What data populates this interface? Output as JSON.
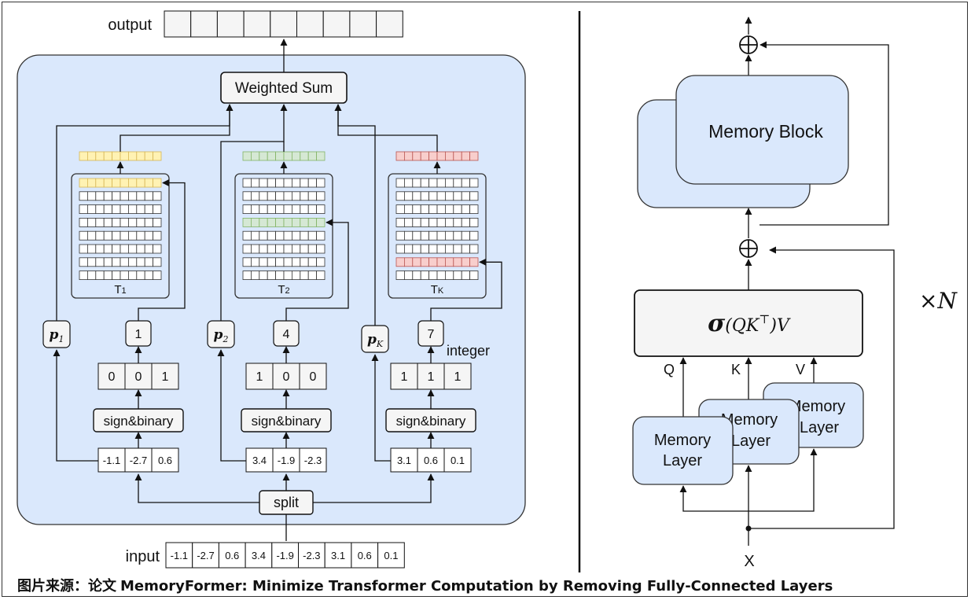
{
  "left": {
    "output_label": "output",
    "input_label": "input",
    "weighted_sum_label": "Weighted Sum",
    "split_label": "split",
    "sign_binary_label": "sign&binary",
    "integer_label": "integer",
    "input_values": [
      "-1.1",
      "-2.7",
      "0.6",
      "3.4",
      "-1.9",
      "-2.3",
      "3.1",
      "0.6",
      "0.1"
    ],
    "groups": [
      {
        "chunk": [
          "-1.1",
          "-2.7",
          "0.6"
        ],
        "bits": [
          "0",
          "0",
          "1"
        ],
        "index": "1",
        "prob_base": "p",
        "prob_sub": "1",
        "table_base": "T",
        "table_sub": "1",
        "highlight_color": "#fff2b3",
        "highlight_border": "#d6b656",
        "highlight_row": 1
      },
      {
        "chunk": [
          "3.4",
          "-1.9",
          "-2.3"
        ],
        "bits": [
          "1",
          "0",
          "0"
        ],
        "index": "4",
        "prob_base": "p",
        "prob_sub": "2",
        "table_base": "T",
        "table_sub": "2",
        "highlight_color": "#d5e8d4",
        "highlight_border": "#82b366",
        "highlight_row": 4
      },
      {
        "chunk": [
          "3.1",
          "0.6",
          "0.1"
        ],
        "bits": [
          "1",
          "1",
          "1"
        ],
        "index": "7",
        "prob_base": "p",
        "prob_sub": "K",
        "table_base": "T",
        "table_sub": "K",
        "highlight_color": "#f8cecc",
        "highlight_border": "#b85450",
        "highlight_row": 7
      }
    ]
  },
  "right": {
    "memory_block_label": "Memory Block",
    "attention_formula": {
      "sigma": "σ",
      "rest": "(QK",
      "sup": "⊤",
      "end": ")V"
    },
    "qkv_labels": [
      "Q",
      "K",
      "V"
    ],
    "memory_layer_line1": "Memory",
    "memory_layer_line2": "Layer",
    "x_label": "X",
    "repeat_label": "×N"
  },
  "caption": {
    "prefix": "图片来源：论文",
    "title": "MemoryFormer: Minimize Transformer Computation by Removing Fully-Connected Layers"
  },
  "colors": {
    "panel_fill": "#dae8fc",
    "panel_stroke": "#333333",
    "box_fill": "#f5f5f5",
    "cell_fill": "#ffffff"
  }
}
